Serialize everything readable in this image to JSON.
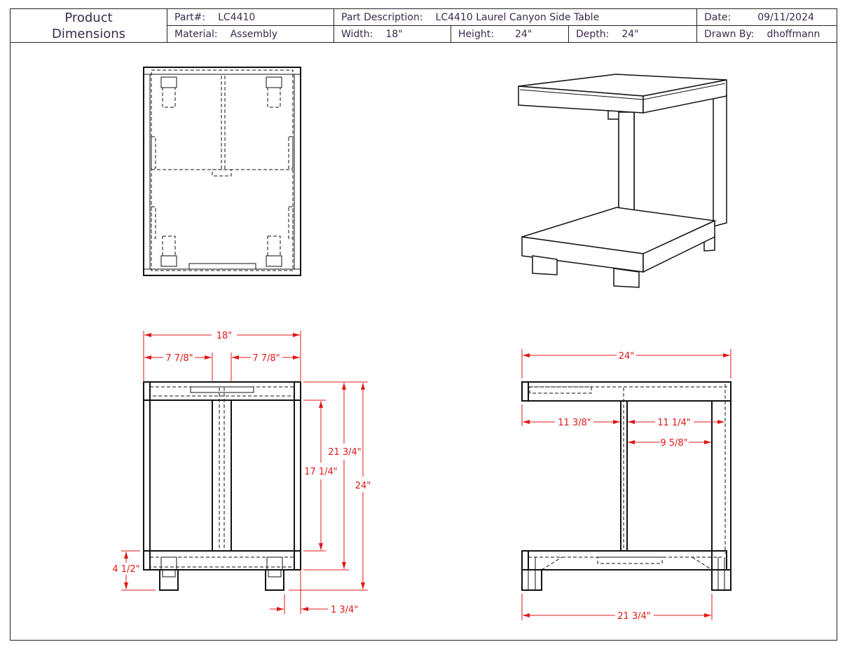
{
  "header": {
    "title_line1": "Product",
    "title_line2": "Dimensions",
    "part_label": "Part#:",
    "part_value": "LC4410",
    "description_label": "Part Description:",
    "description_value": "LC4410 Laurel Canyon Side Table",
    "date_label": "Date:",
    "date_value": "09/11/2024",
    "material_label": "Material:",
    "material_value": "Assembly",
    "width_label": "Width:",
    "width_value": "18\"",
    "height_label": "Height:",
    "height_value": "24\"",
    "depth_label": "Depth:",
    "depth_value": "24\"",
    "drawn_by_label": "Drawn By:",
    "drawn_by_value": "dhoffmann"
  },
  "front_view": {
    "overall_width": "18\"",
    "left_opening": "7 7/8\"",
    "right_opening": "7 7/8\"",
    "inner_height": "17 1/4\"",
    "shelf_height": "21 3/4\"",
    "overall_height": "24\"",
    "base_height": "4 1/2\"",
    "leg_inset": "1 3/4\""
  },
  "side_view": {
    "overall_depth": "24\"",
    "front_to_post": "11 3/8\"",
    "post_to_back": "11 1/4\"",
    "post_to_panel": "9 5/8\"",
    "leg_span": "21 3/4\""
  },
  "colors": {
    "dimension": "#e01818",
    "line": "#111111",
    "text": "#3b2a4a"
  }
}
